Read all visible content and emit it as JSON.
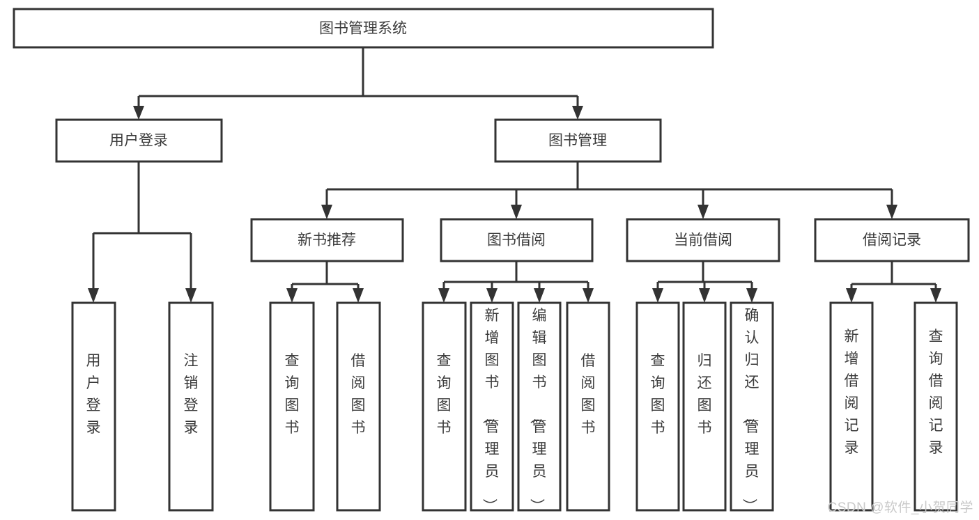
{
  "diagram": {
    "title": "图书管理系统",
    "type": "tree",
    "watermark": "CSDN @软件_小贺同学",
    "colors": {
      "stroke": "#333333",
      "fill": "#ffffff",
      "text": "#3b3b3b",
      "watermark": "#c9c9c9"
    },
    "root": {
      "label": "图书管理系统",
      "id": "root"
    },
    "level2": [
      {
        "id": "user-login",
        "label": "用户登录"
      },
      {
        "id": "book-manage",
        "label": "图书管理"
      }
    ],
    "level3": [
      {
        "id": "new-book-recommend",
        "label": "新书推荐",
        "parent": "book-manage"
      },
      {
        "id": "book-borrow",
        "label": "图书借阅",
        "parent": "book-manage"
      },
      {
        "id": "current-borrow",
        "label": "当前借阅",
        "parent": "book-manage"
      },
      {
        "id": "borrow-record",
        "label": "借阅记录",
        "parent": "book-manage"
      }
    ],
    "leaves": [
      {
        "id": "leaf-user-login",
        "label": "用户登录",
        "parent": "user-login"
      },
      {
        "id": "leaf-user-logout",
        "label": "注销登录",
        "parent": "user-login"
      },
      {
        "id": "leaf-query-book-1",
        "label": "查询图书",
        "parent": "new-book-recommend"
      },
      {
        "id": "leaf-borrow-book-1",
        "label": "借阅图书",
        "parent": "new-book-recommend"
      },
      {
        "id": "leaf-query-book-2",
        "label": "查询图书",
        "parent": "book-borrow"
      },
      {
        "id": "leaf-add-book",
        "label": "新增图书（管理员）",
        "parent": "book-borrow"
      },
      {
        "id": "leaf-edit-book",
        "label": "编辑图书（管理员）",
        "parent": "book-borrow"
      },
      {
        "id": "leaf-borrow-book-2",
        "label": "借阅图书",
        "parent": "book-borrow"
      },
      {
        "id": "leaf-query-book-3",
        "label": "查询图书",
        "parent": "current-borrow"
      },
      {
        "id": "leaf-return-book",
        "label": "归还图书",
        "parent": "current-borrow"
      },
      {
        "id": "leaf-confirm-return",
        "label": "确认归还（管理员）",
        "parent": "current-borrow"
      },
      {
        "id": "leaf-add-record",
        "label": "新增借阅记录",
        "parent": "borrow-record"
      },
      {
        "id": "leaf-query-record",
        "label": "查询借阅记录",
        "parent": "borrow-record"
      }
    ]
  }
}
